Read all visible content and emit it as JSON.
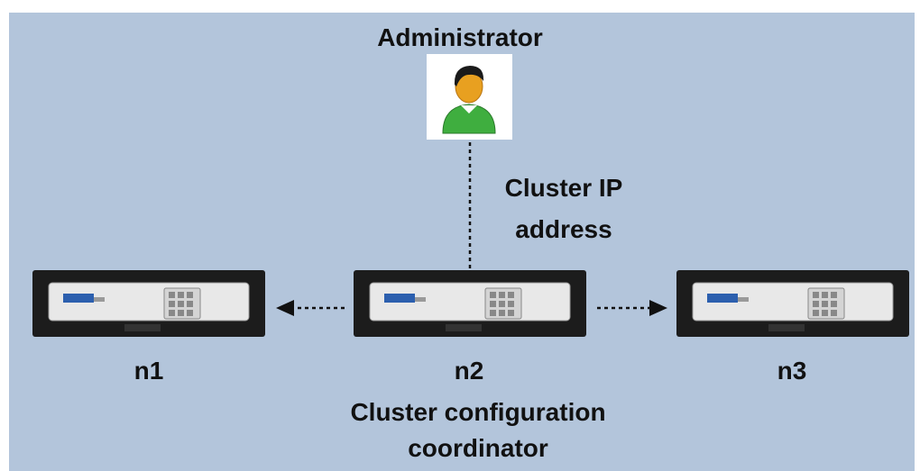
{
  "diagram": {
    "title": "Administrator",
    "cluster_ip_label_line1": "Cluster IP",
    "cluster_ip_label_line2": "address",
    "nodes": [
      {
        "id": "n1",
        "label": "n1"
      },
      {
        "id": "n2",
        "label": "n2"
      },
      {
        "id": "n3",
        "label": "n3"
      }
    ],
    "coordinator_line1": "Cluster configuration",
    "coordinator_line2": "coordinator",
    "colors": {
      "background": "#b3c5db",
      "device_body": "#1c1c1c",
      "device_faceplate": "#e8e8e8",
      "person_body": "#3fae3f",
      "person_face": "#e8a020"
    },
    "icons": {
      "administrator": "user-icon",
      "appliance": "network-appliance-icon"
    }
  }
}
